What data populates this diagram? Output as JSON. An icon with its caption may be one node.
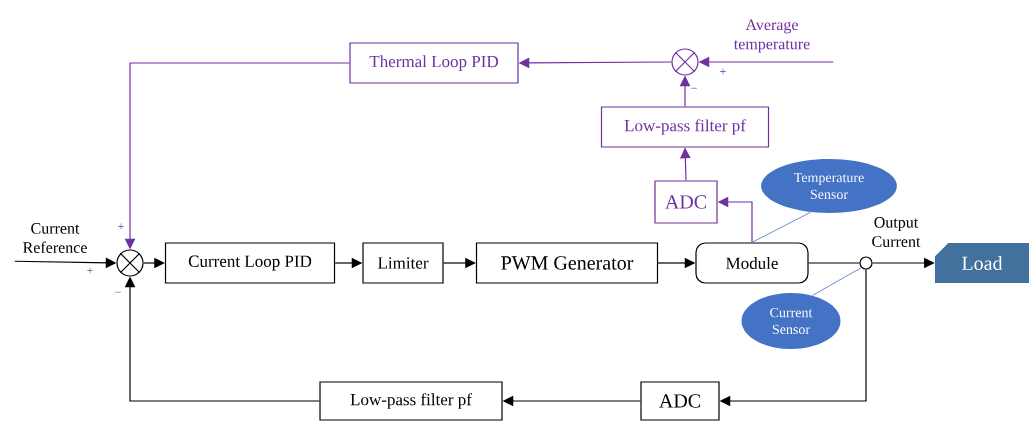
{
  "diagram": {
    "nodes": [
      {
        "text": [
          "Current Reference"
        ]
      },
      {
        "text": [],
        "shape": "circle"
      },
      {
        "text": [
          "Current Loop PID"
        ]
      },
      {
        "text": [
          "Limiter"
        ]
      },
      {
        "text": [
          "PWM Generator"
        ]
      },
      {
        "text": [
          "Module"
        ]
      },
      {
        "text": [],
        "shape": "circle",
        "beside": [
          "Output Current"
        ]
      },
      {
        "text": [
          "Load"
        ]
      },
      {
        "text": [
          "ADC"
        ]
      },
      {
        "text": [
          "Low-pass filter pf"
        ]
      },
      {
        "text": [
          "ADC"
        ]
      },
      {
        "text": [
          "Low-pass filter pf"
        ]
      },
      {
        "text": [],
        "shape": "circle"
      },
      {
        "text": [
          "Average temperature"
        ]
      },
      {
        "text": [
          "Thermal Loop PID"
        ]
      },
      {
        "text": [
          "Temperature Sensor"
        ]
      },
      {
        "text": [
          "Current Sensor"
        ]
      }
    ],
    "edges": [
      {
        "from": 0,
        "to": 1,
        "arrow": "to"
      },
      {
        "from": 1,
        "to": 2,
        "arrow": "to"
      },
      {
        "from": 2,
        "to": 3,
        "arrow": "to"
      },
      {
        "from": 3,
        "to": 4,
        "arrow": "to"
      },
      {
        "from": 4,
        "to": 5,
        "arrow": "to"
      },
      {
        "from": 5,
        "to": 6,
        "arrow": "none"
      },
      {
        "from": 6,
        "to": 7,
        "arrow": "to"
      },
      {
        "from": 6,
        "to": 8,
        "arrow": "to"
      },
      {
        "from": 8,
        "to": 9,
        "arrow": "to"
      },
      {
        "from": 9,
        "to": 1,
        "arrow": "to"
      },
      {
        "from": 5,
        "to": 10,
        "arrow": "to",
        "color": "#7030a0"
      },
      {
        "from": 10,
        "to": 11,
        "arrow": "to",
        "color": "#7030a0"
      },
      {
        "from": 11,
        "to": 12,
        "arrow": "to",
        "color": "#7030a0"
      },
      {
        "from": 13,
        "to": 12,
        "arrow": "to",
        "color": "#7030a0"
      },
      {
        "from": 12,
        "to": 14,
        "arrow": "to",
        "color": "#7030a0"
      },
      {
        "from": 14,
        "to": 1,
        "arrow": "to",
        "color": "#7030a0"
      },
      {
        "from": 15,
        "to": 5,
        "arrow": "none",
        "color": "#4472c4"
      },
      {
        "from": 16,
        "to": 6,
        "arrow": "none",
        "color": "#4472c4"
      }
    ],
    "labels": [
      "+",
      "−",
      "+",
      "+",
      "−"
    ]
  }
}
